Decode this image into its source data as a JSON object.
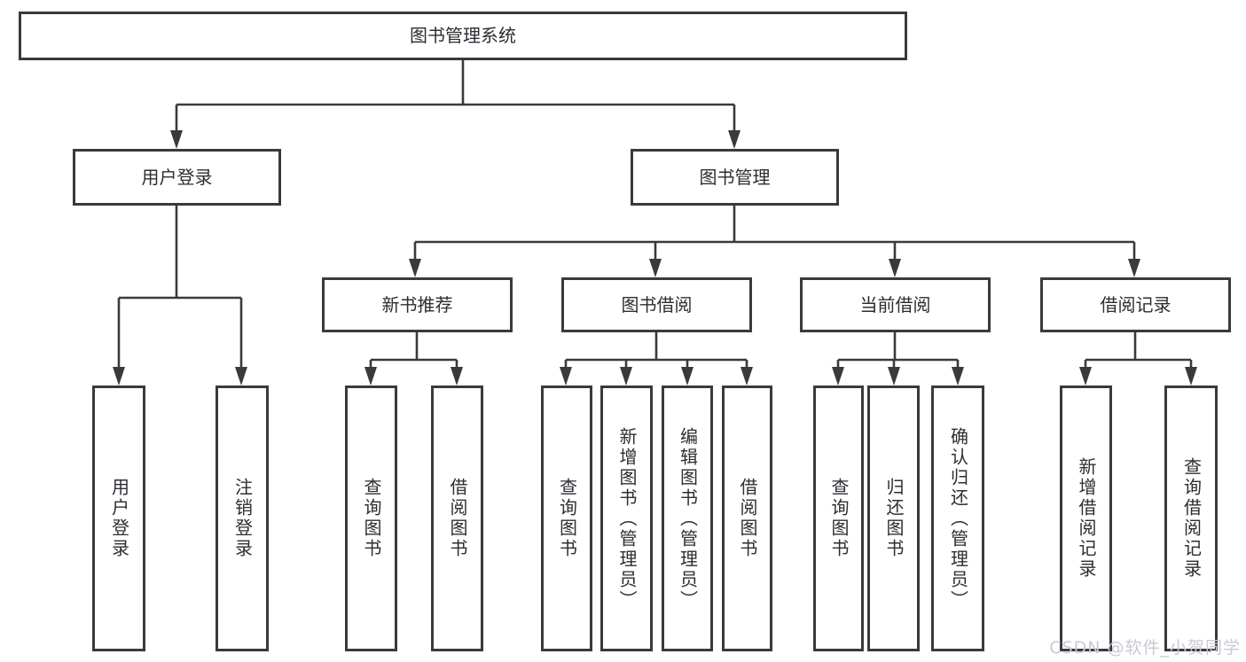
{
  "diagram_title": "图书管理系统",
  "tree": {
    "root": {
      "label": "图书管理系统"
    },
    "branches": [
      {
        "label": "用户登录",
        "children": [
          {
            "label": "用户登录"
          },
          {
            "label": "注销登录"
          }
        ]
      },
      {
        "label": "图书管理",
        "children": [
          {
            "label": "新书推荐",
            "children": [
              {
                "label": "查询图书"
              },
              {
                "label": "借阅图书"
              }
            ]
          },
          {
            "label": "图书借阅",
            "children": [
              {
                "label": "查询图书"
              },
              {
                "label": "新增图书（管理员）"
              },
              {
                "label": "编辑图书（管理员）"
              },
              {
                "label": "借阅图书"
              }
            ]
          },
          {
            "label": "当前借阅",
            "children": [
              {
                "label": "查询图书"
              },
              {
                "label": "归还图书"
              },
              {
                "label": "确认归还（管理员）"
              }
            ]
          },
          {
            "label": "借阅记录",
            "children": [
              {
                "label": "新增借阅记录"
              },
              {
                "label": "查询借阅记录"
              }
            ]
          }
        ]
      }
    ]
  },
  "watermark": {
    "text": "CSDN @软件_小贺同学"
  },
  "colors": {
    "line": "#3a3a3e",
    "text": "#2d2d33",
    "background": "#ffffff",
    "watermark": "#c9c9d3"
  }
}
